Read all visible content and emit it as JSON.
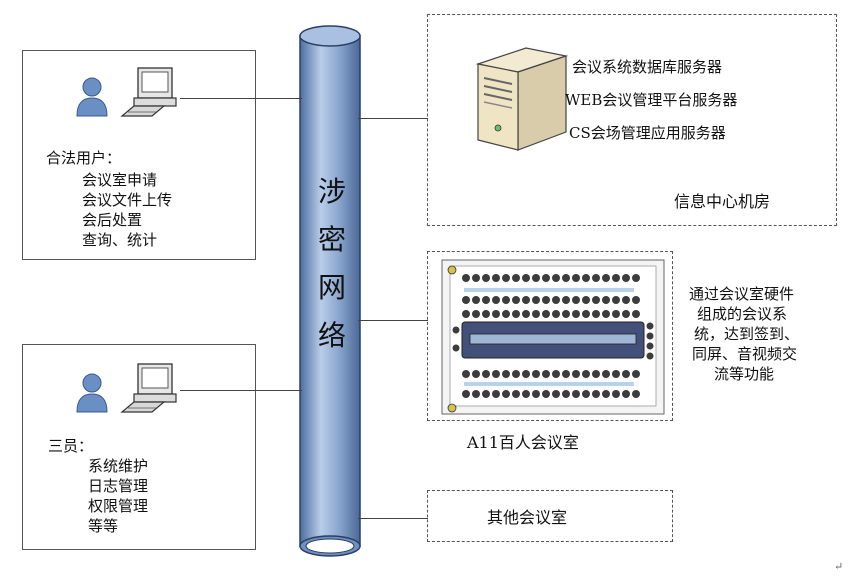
{
  "network_label_chars": [
    "涉",
    "密",
    "网",
    "络"
  ],
  "legal_users": {
    "title": "合法用户：",
    "items": [
      "会议室申请",
      "会议文件上传",
      "会后处置",
      "查询、统计"
    ]
  },
  "staff": {
    "title": "三员：",
    "items": [
      "系统维护",
      "日志管理",
      "权限管理",
      "等等"
    ]
  },
  "server_room": {
    "servers": [
      "会议系统数据库服务器",
      "WEB会议管理平台服务器",
      "CS会场管理应用服务器"
    ],
    "caption": "信息中心机房"
  },
  "meeting_room": {
    "caption": "A11百人会议室",
    "description_lines": [
      "通过会议室硬件",
      "组成的会议系",
      "统，达到签到、",
      "同屏、音视频交",
      "流等功能"
    ]
  },
  "other_rooms": {
    "label": "其他会议室"
  },
  "colors": {
    "pipe_body": "#6f8fbf",
    "pipe_highlight": "#b8cde9",
    "pipe_edge": "#2a3f63",
    "border": "#555555"
  }
}
